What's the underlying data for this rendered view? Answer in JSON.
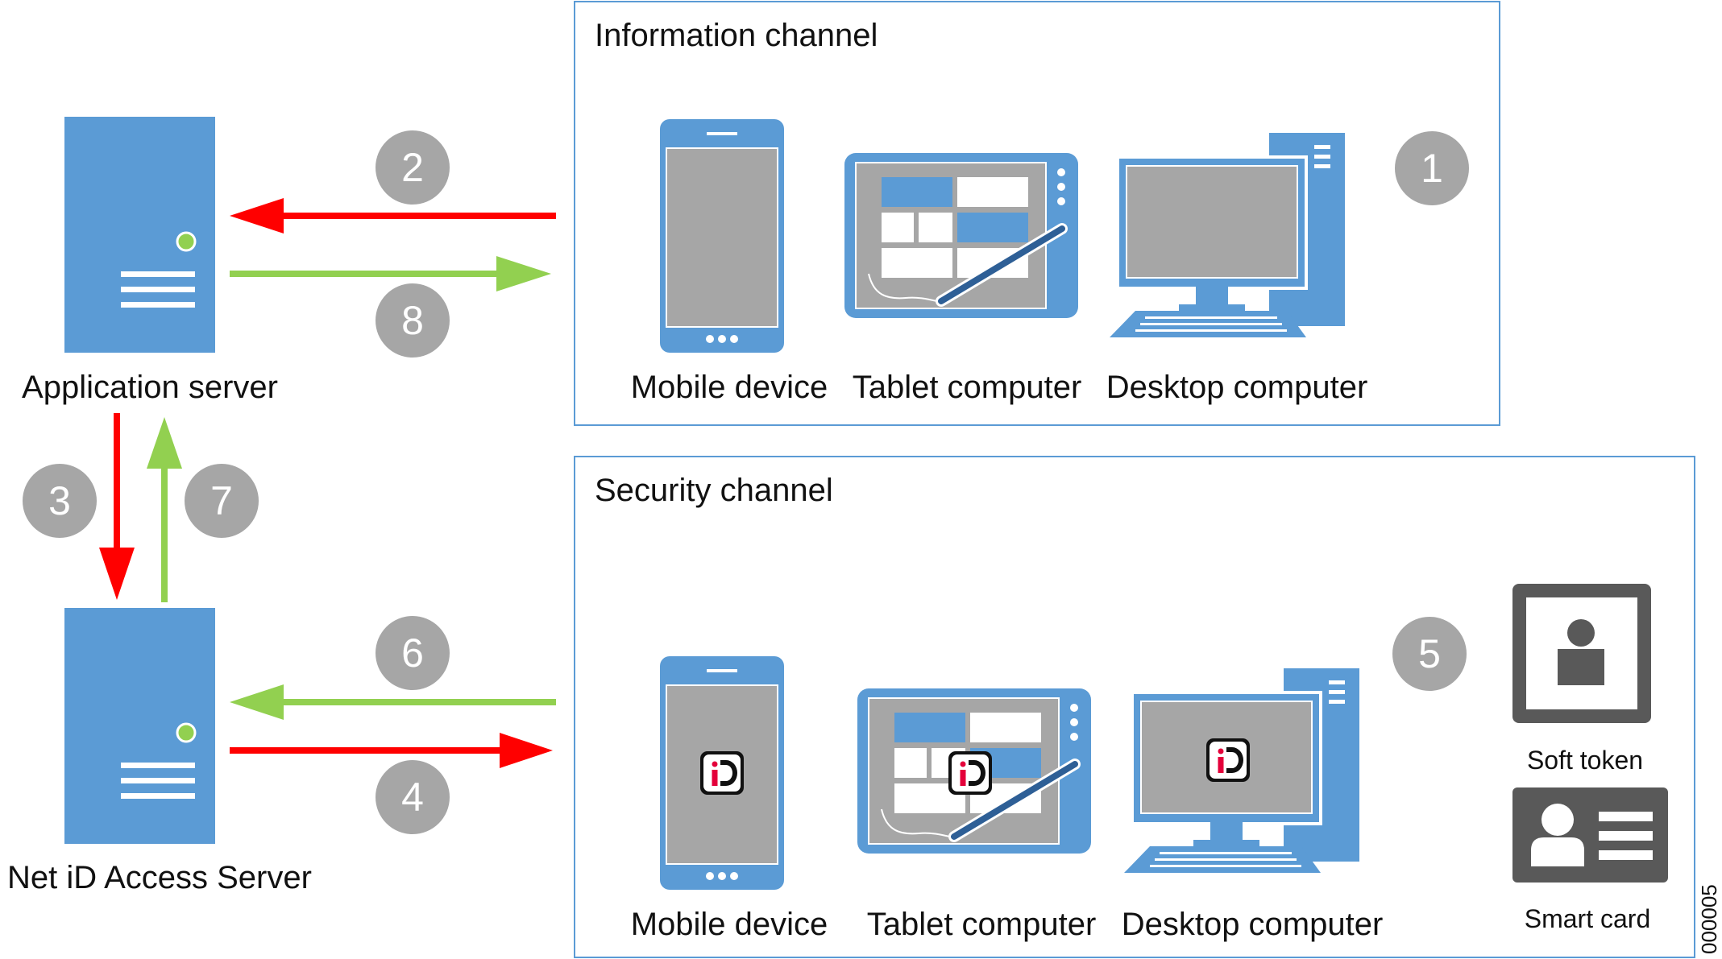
{
  "colors": {
    "server_blue": "#5b9bd5",
    "device_blue": "#5b9bd5",
    "screen_grey": "#a6a6a6",
    "badge_grey": "#a6a6a6",
    "arrow_red": "#ff0000",
    "arrow_green": "#92d050",
    "panel_border": "#5b9bd5",
    "token_dark": "#595959",
    "id_red": "#e4003a",
    "led_green": "#92d050"
  },
  "servers": {
    "application": {
      "label": "Application server"
    },
    "access": {
      "label": "Net iD Access Server"
    }
  },
  "information_channel": {
    "title": "Information channel",
    "mobile_label": "Mobile device",
    "tablet_label": "Tablet computer",
    "desktop_label": "Desktop computer"
  },
  "security_channel": {
    "title": "Security channel",
    "mobile_label": "Mobile device",
    "tablet_label": "Tablet computer",
    "desktop_label": "Desktop computer",
    "soft_token_label": "Soft token",
    "smart_card_label": "Smart card"
  },
  "steps": {
    "s1": "1",
    "s2": "2",
    "s3": "3",
    "s4": "4",
    "s5": "5",
    "s6": "6",
    "s7": "7",
    "s8": "8"
  },
  "figure_id": "000005",
  "icons": {
    "server": "server-tower-icon",
    "mobile": "mobile-phone-icon",
    "tablet": "tablet-pen-icon",
    "desktop": "desktop-computer-icon",
    "net_id": "net-id-logo-icon",
    "soft_token": "person-token-icon",
    "smart_card": "id-card-icon"
  }
}
